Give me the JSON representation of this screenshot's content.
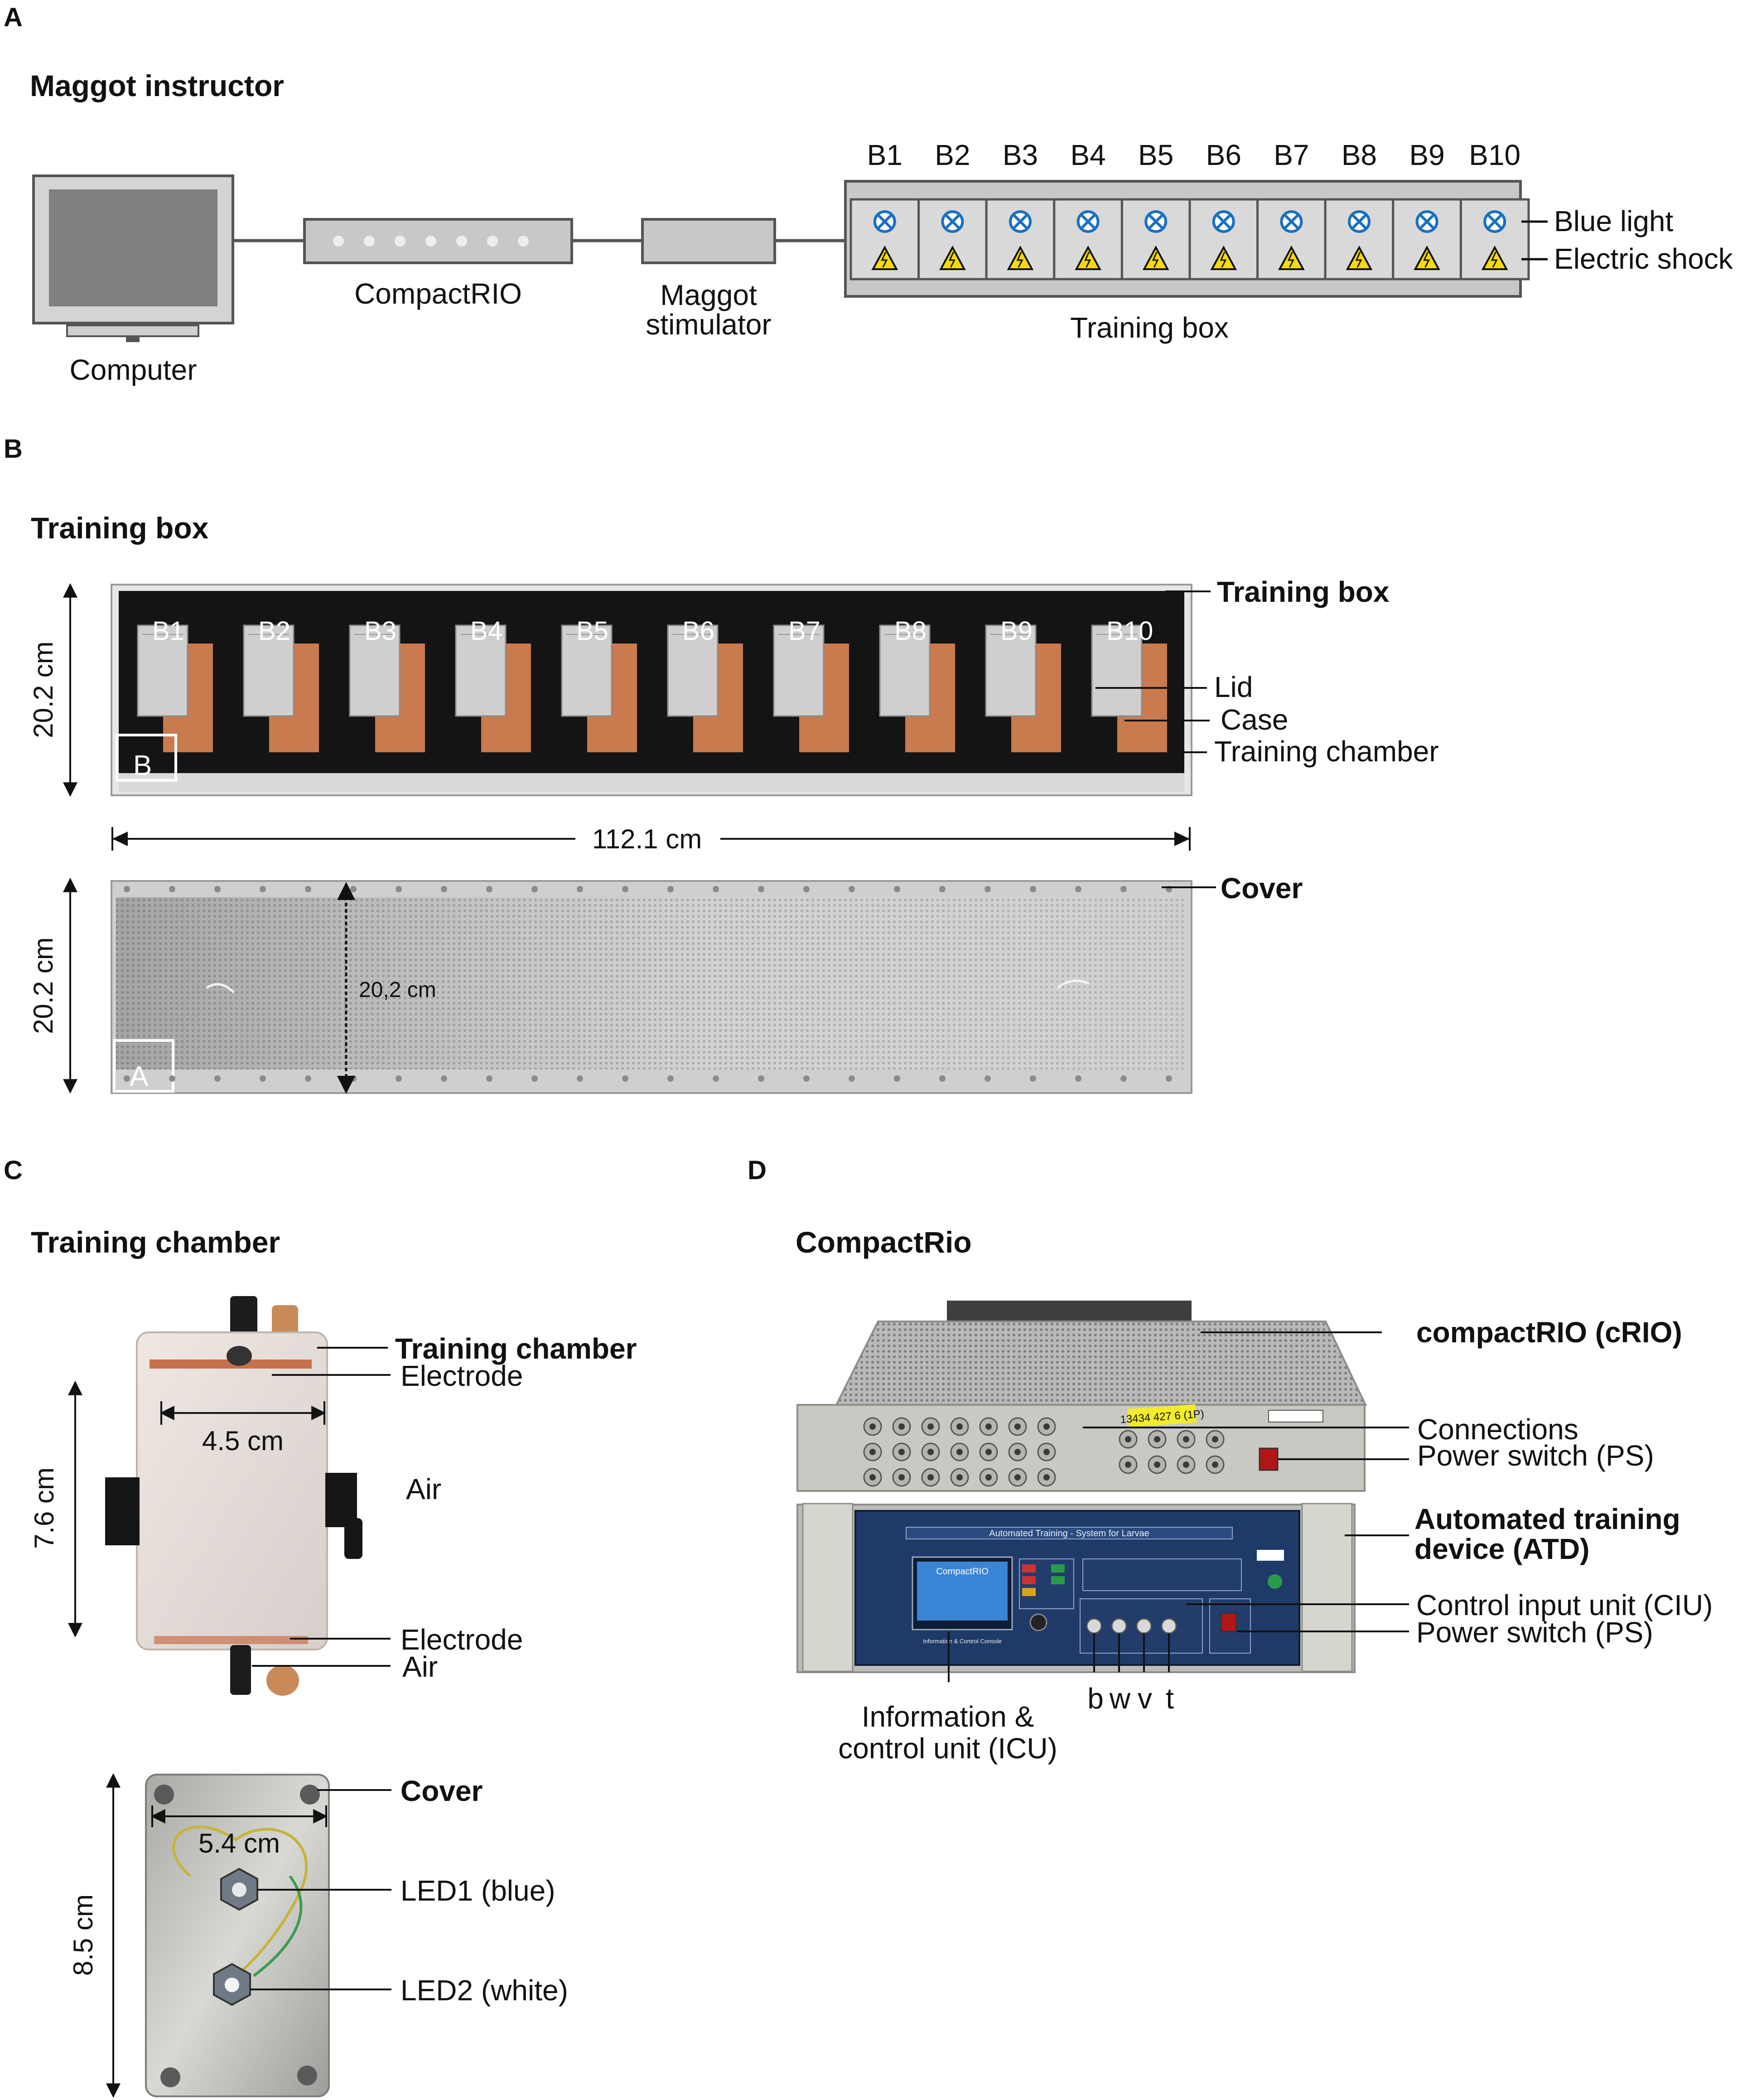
{
  "panels": {
    "a": {
      "letter": "A",
      "title": "Maggot instructor"
    },
    "b": {
      "letter": "B",
      "title": "Training box"
    },
    "c": {
      "letter": "C",
      "title": "Training chamber"
    },
    "d": {
      "letter": "D",
      "title": "CompactRio"
    }
  },
  "schematic": {
    "computer": "Computer",
    "compactrio": "CompactRIO",
    "stimulator_line1": "Maggot",
    "stimulator_line2": "stimulator",
    "training_box": "Training box",
    "blue_light": "Blue light",
    "electric_shock": "Electric shock",
    "box_labels": [
      "B1",
      "B2",
      "B3",
      "B4",
      "B5",
      "B6",
      "B7",
      "B8",
      "B9",
      "B10"
    ],
    "colors": {
      "blue_light": "#1a6fc2",
      "shock": "#f5d90a",
      "unit_fill": "#d9d9d9",
      "frame": "#555555"
    }
  },
  "box_photo": {
    "height_label": "20.2 cm",
    "width_label": "112.1 cm",
    "cover_height_label": "20.2 cm",
    "inner_measure": "20,2 cm",
    "corner_top": "B",
    "corner_bottom": "A",
    "callouts": {
      "training_box": "Training box",
      "lid": "Lid",
      "case": "Case",
      "training_chamber": "Training chamber",
      "cover": "Cover"
    },
    "slot_labels": [
      "B1",
      "B2",
      "B3",
      "B4",
      "B5",
      "B6",
      "B7",
      "B8",
      "B9",
      "B10"
    ]
  },
  "chamber": {
    "height_label": "7.6 cm",
    "width_label": "4.5 cm",
    "callouts": {
      "training_chamber": "Training  chamber",
      "electrode_top": "Electrode",
      "air_side": "Air",
      "electrode_bottom": "Electrode",
      "air_bottom": "Air"
    },
    "cover_height_label": "8.5 cm",
    "cover_width_label": "5.4 cm",
    "cover_callouts": {
      "cover": "Cover",
      "led1": "LED1 (blue)",
      "led2": "LED2 (white)"
    }
  },
  "device": {
    "crio": "compactRIO (cRIO)",
    "connections": "Connections",
    "power_switch_1": "Power switch (PS)",
    "atd_line1": "Automated training",
    "atd_line2": "device (ATD)",
    "ciu": "Control input unit (CIU)",
    "power_switch_2": "Power switch (PS)",
    "icu_line1": "Information &",
    "icu_line2": "control unit (ICU)",
    "inputs": [
      "b",
      "w",
      "v",
      "t"
    ],
    "front_title": "Automated Training - System for Larvae",
    "sticker": "13434 427 6 (1P)",
    "screen_brand": "CompactRIO",
    "screen_caption": "Information & Control Console"
  }
}
